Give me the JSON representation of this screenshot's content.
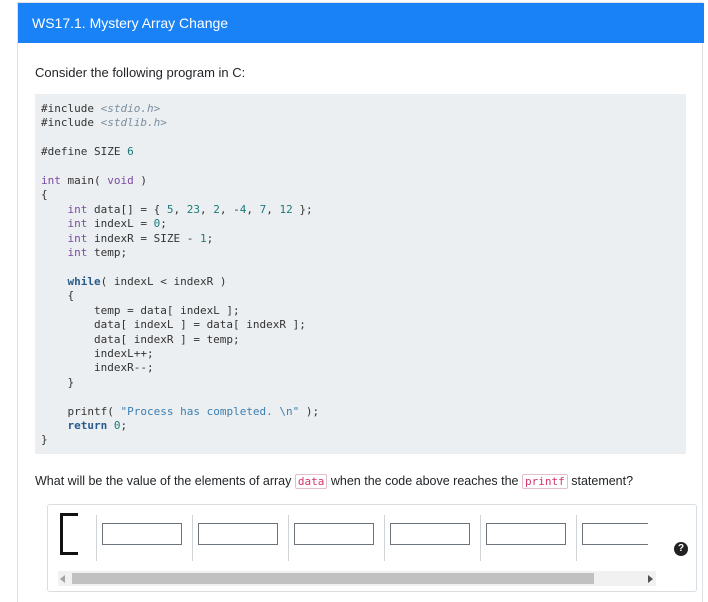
{
  "header": {
    "title": "WS17.1. Mystery Array Change"
  },
  "intro": "Consider the following program in C:",
  "code": {
    "lines": [
      "#include <stdio.h>",
      "#include <stdlib.h>",
      "",
      "#define SIZE 6",
      "",
      "int main( void )",
      "{",
      "    int data[] = { 5, 23, 2, -4, 7, 12 };",
      "    int indexL = 0;",
      "    int indexR = SIZE - 1;",
      "    int temp;",
      "",
      "    while( indexL < indexR )",
      "    {",
      "        temp = data[ indexL ];",
      "        data[ indexL ] = data[ indexR ];",
      "        data[ indexR ] = temp;",
      "        indexL++;",
      "        indexR--;",
      "    }",
      "",
      "    printf( \"Process has completed. \\n\" );",
      "    return 0;",
      "}"
    ]
  },
  "question": {
    "before": "What will be the value of the elements of array",
    "code1": "data",
    "middle": "when the code above reaches the",
    "code2": "printf",
    "after": "statement?"
  },
  "answer": {
    "fields": [
      "",
      "",
      "",
      "",
      "",
      ""
    ],
    "help_icon": "question-circle-icon"
  }
}
